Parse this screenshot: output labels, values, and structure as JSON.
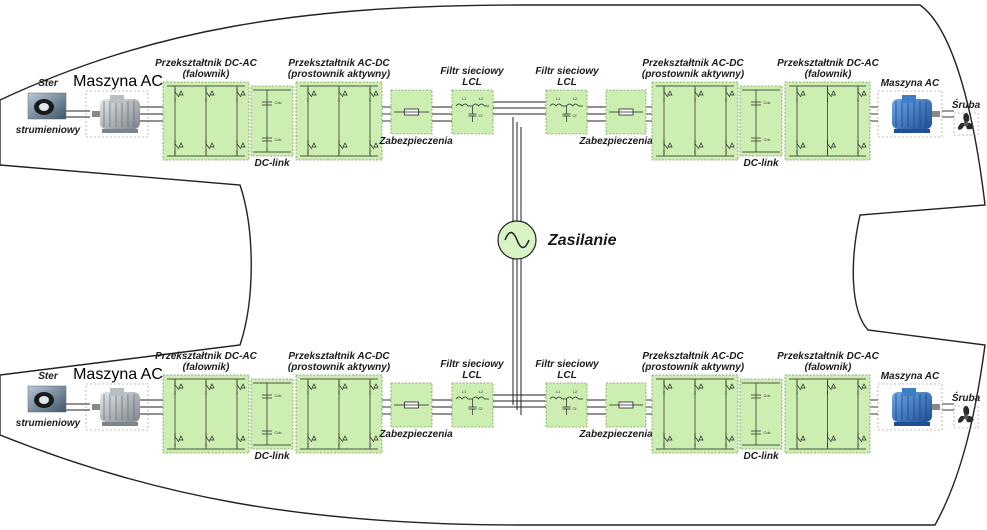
{
  "labels": {
    "ster": "Ster",
    "strumieniowy": "strumieniowy",
    "maszyna_ac": "Maszyna AC",
    "inv_title": "Przekształtnik DC-AC",
    "inv_sub": "(falownik)",
    "rect_title": "Przekształtnik AC-DC",
    "rect_sub": "(prostownik aktywny)",
    "dc_link": "DC-link",
    "zabezpieczenia": "Zabezpieczenia",
    "filtr_title": "Filtr sieciowy",
    "filtr_sub": "LCL",
    "zasilanie": "Zasilanie",
    "sruba": "Śruba",
    "cdc": "Cdc",
    "l1": "L1",
    "l2": "L2",
    "cf": "Cf"
  },
  "colors": {
    "block_fill": "#cdeeb1",
    "block_stroke": "#7a9a66",
    "wire": "#222222",
    "hull": "#222222",
    "source_fill": "#d8f3c4",
    "motor_ac": "#9aa0a6",
    "motor_blue": "#2f6fb8"
  },
  "icons": {
    "thruster": "thruster-icon",
    "motor": "ac-motor-icon",
    "propeller": "propeller-icon",
    "ac_source": "ac-source-icon",
    "fuse": "fuse-icon"
  }
}
